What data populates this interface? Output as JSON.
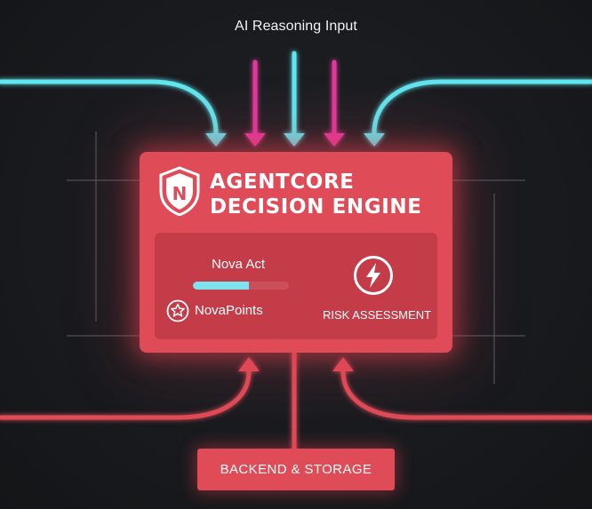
{
  "top_label": "AI Reasoning Input",
  "engine": {
    "title_line1": "AGENTCORE",
    "title_line2": "DECISION ENGINE",
    "logo_letter": "N",
    "icon": "shield-icon"
  },
  "panel": {
    "nova_act_label": "Nova Act",
    "nova_act_progress": 0.58,
    "novapoints_label": "NovaPoints",
    "novapoints_icon": "star-icon",
    "risk_label": "RISK ASSESSMENT",
    "risk_icon": "lightning-icon"
  },
  "backend_label": "BACKEND & STORAGE",
  "colors": {
    "background": "#17191c",
    "accent_red": "#e04b58",
    "accent_cyan": "#5fe6ef",
    "accent_magenta": "#e0399c",
    "grid_line": "#5a5e66"
  }
}
